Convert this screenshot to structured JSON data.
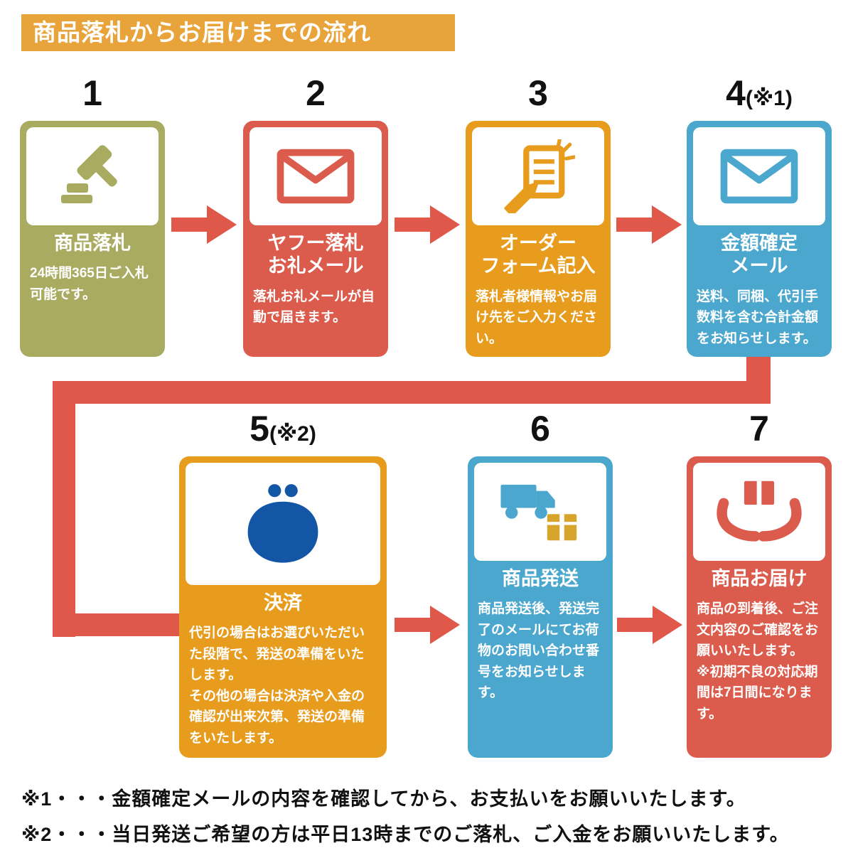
{
  "header": {
    "title": "商品落札からお届けまでの流れ"
  },
  "steps": [
    {
      "number": "1",
      "suffix": "",
      "icon": "gavel-icon",
      "title": "商品落札",
      "body": "24時間365日ご入札可能です。"
    },
    {
      "number": "2",
      "suffix": "",
      "icon": "mail-icon",
      "title": "ヤフー落札\nお礼メール",
      "body": "落札お礼メールが自動で届きます。"
    },
    {
      "number": "3",
      "suffix": "",
      "icon": "order-form-pencil-icon",
      "title": "オーダー\nフォーム記入",
      "body": "落札者様情報やお届け先をご入力ください。"
    },
    {
      "number": "4",
      "suffix": "(※1)",
      "icon": "mail-icon",
      "title": "金額確定\nメール",
      "body": "送料、同梱、代引手数料を含む合計金額をお知らせします。"
    },
    {
      "number": "5",
      "suffix": "(※2)",
      "icon": "coin-purse-icon",
      "title": "決済",
      "body": "代引の場合はお選びいただいた段階で、発送の準備をいたします。\nその他の場合は決済や入金の確認が出来次第、発送の準備をいたします。"
    },
    {
      "number": "6",
      "suffix": "",
      "icon": "delivery-truck-box-icon",
      "title": "商品発送",
      "body": "商品発送後、発送完了のメールにてお荷物のお問い合わせ番号をお知らせします。"
    },
    {
      "number": "7",
      "suffix": "",
      "icon": "hands-package-icon",
      "title": "商品お届け",
      "body": "商品の到着後、ご注文内容のご確認をお願いいたします。\n※初期不良の対応期間は7日間になります。"
    }
  ],
  "notes": [
    "※1・・・金額確定メールの内容を確認してから、お支払いをお願いいたします。",
    "※2・・・当日発送ご希望の方は平日13時までのご落札、ご入金をお願いいたします。"
  ],
  "colors": {
    "header": "#E8A33B",
    "step1": "#A9AB61",
    "step2": "#DB5C4C",
    "step3": "#E89C1D",
    "step4": "#4BA7CD",
    "step5": "#E89C1D",
    "step6": "#4BA7CD",
    "step7": "#DB5C4C",
    "arrow": "#E0584A",
    "purse_blue": "#1356A5",
    "box_gold": "#D8A52C",
    "number_text": "#111111",
    "note_text": "#111111"
  }
}
